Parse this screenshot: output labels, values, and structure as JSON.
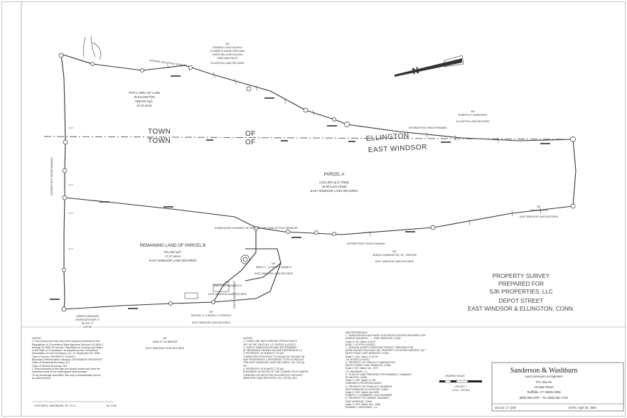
{
  "town_labels": {
    "town_left_upper": "TOWN",
    "town_left_lower": "TOWN",
    "of_upper": "OF",
    "of_lower": "OF",
    "ellington": "ELLINGTON",
    "east_windsor": "EAST WINDSOR"
  },
  "parcel_a": {
    "name": "PARCEL A",
    "area_sf": "2,021,802 sq.ft. (Total)",
    "area_acres": "46.96 acres (Total)",
    "records": "EAST WINDSOR LAND RECORDS"
  },
  "ellington_area": {
    "line1": "TOTAL AREA OF LAND",
    "line2": "IN ELLINGTON",
    "line3": "658,875 sq.ft.",
    "line4": "15.13 acres"
  },
  "remaining_land": {
    "title": "REMAINING LAND OF PARCEL B",
    "area_sf": "761,160 sq.ft.",
    "area_acres": "17.47 acres",
    "records": "EAST WINDSOR LAND RECORDS"
  },
  "abutters": {
    "north_top": {
      "nf": "N/F",
      "names": [
        "EDWARD LOUIS DeCARLI",
        "ELIZABETH MARIE SPIELMAN",
        "CHRISTIAN JOHN DeCARLI",
        "HEIDI ANN RALPH"
      ],
      "ref": "ELLINGTON LAND RECORDS"
    },
    "herbinger": {
      "nf": "N/F",
      "name": "ROBERTA F. HERBINGER",
      "ref": "ELLINGTON LAND RECORDS"
    },
    "wilson": {
      "nf": "N/F",
      "name": "KIM M. WILSON",
      "ref": "EAST WINDSOR LAND RECORDS"
    },
    "harrington": {
      "nf": "N/F",
      "name": "GERALD HARRINGTON, JR., TRUSTEE",
      "ref": "EAST WINDSOR LAND RECORDS"
    },
    "gayle": {
      "nf": "N/F",
      "name": "MARCY L. & GAYLE P. ADAMOV",
      "ref": "EAST WINDSOR LAND RECORDS"
    },
    "mandiatico": {
      "nf": "N/F",
      "name": "SEBASTIAN MANDIATICO",
      "ref": "EAST WINDSOR LAND RECORDS"
    },
    "ferrato": {
      "nf": "N/F",
      "name": "MICHAEL E. & WENDY V. FERRATO",
      "ref": "EAST WINDSOR LAND RECORDS"
    },
    "schneider": {
      "nf": "N/F",
      "name": "ANNE M. SCHNEIDER",
      "ref": "EAST WINDSOR LAND RECORDS"
    },
    "owner_unknown": {
      "name": "OWNER UNKNOWN",
      "lines": [
        "ASSESSORS MAP 27",
        "BLOCK 17",
        "LOT 22"
      ]
    }
  },
  "annotations": {
    "fence_top": "INTERMITTENT FENCE REMAINS",
    "fence_right": "INTERMITTENT FENCE REMAINS",
    "fence_bottom": "INTERMITTENT FENCE REMAINS",
    "fence_left": "INTERMITTENT FENCE REMAINS",
    "easement": "SUBSEQUENT EASEMENT IN FAVOR OF THE TOWN OF EAST WINDSOR",
    "road": "SOUTH WATER STREET"
  },
  "north_arrow": {
    "label": "N"
  },
  "title_block": {
    "line1": "PROPERTY SURVEY",
    "line2": "PREPARED FOR",
    "line3": "SJK PROPERTIES, LLC",
    "line4": "DEPOT STREET",
    "line5": "EAST WINDSOR & ELLINGTON, CONN."
  },
  "firm": {
    "name": "Sanderson & Washburn",
    "subtitle": "Land Surveyors & Engineers",
    "pobox": "P.O. Box 55",
    "street": "15 Main Street",
    "city": "Tariffville, CT  06081-0055",
    "phone": "(860) 658-2307 ~ fax (860) 651-7157"
  },
  "scale_block": {
    "scale": "SCALE: 1\"=100'",
    "date": "DATE:  April 20, 2005"
  },
  "graphic_scale": {
    "title": "GRAPHIC SCALE",
    "unit": "( IN FEET )",
    "ratio": "1 inch = 100 feet"
  },
  "notes_left": {
    "heading": "NOTES:",
    "items": [
      "1. This survey and map have been prepared pursuant to the",
      "Regulations of Connecticut State Agencies Sections 20-300b-1",
      "through 20-300b-20 and the \"Standards for Surveys and Maps",
      "in the State of Connecticut\" as adopted by the Connecticut",
      "Association of Land Surveyors, Inc. on September 26, 1996.",
      "Type of Survey: PROPERTY SURVEY",
      "Boundary Determination Category: DEPENDENT RESURVEY",
      "Class of Horizontal Accuracy: A-2",
      "Class of Vertical Accuracy: N/A",
      "2. Reproductions of this plan are invalid unless they bear the",
      "embossed seal of the undersigned land surveyor.",
      "To my knowledge and belief, this map is substantially correct",
      "as noted hereon."
    ]
  },
  "signature": {
    "name": "CLIFFORD A. WASHBURN, JR., P.L.S.",
    "license": "No. 9735"
  },
  "notes_middle": {
    "heading": "NOTES:",
    "items": [
      "1. TOWN LINE WAS DERIVED FROM POINTS",
      "SET IN THE FIELD BY J.R. RUSSO & ASSOC.",
      "2. NORTH ORIENTATION WAS DETERMINED",
      "BY BEARINGS SHOWN ON MAP REFERENCE # 1",
      "3. PROPERTY IS SUBJECT TO AN",
      "\"UNRESTRICTED RIGHT TO DRAIN AS SHOWN ON",
      "MAP REFERENCE 1 REFERRED TO BY A DEED IN",
      "THE EAST WINDSOR LAND RECORDS, Vol. 175 Pg.",
      "99.\"",
      "4. PROPERTY IS SUBJECT TO AN",
      "EASEMENT IN FAVOR OF THE CONNECTICUT WATER",
      "COMPANY AS DEPICTED IN A DEED IN THE EAST",
      "WINDSOR LAND RECORDS, Vol. 278 Pg. 824."
    ]
  },
  "map_references": {
    "heading": "MAP REFERENCES:",
    "items": [
      "1. \"SUBDIVISION PLAN PHASE 3 EASTWOOD ESTATES PREPARED FOR",
      "KEMENT BUILDERS . . . .\" EAST WINDSOR, CONN.",
      "Scale:1\"=40', Dated: 8-24-87",
      "BONZ T. HYYPPA & ASSOC.",
      "2. \"DIVISION SURVEY PERSONAL PROJECT PREPARED FOR",
      "HERB HOLDEN TRUCKING, INC. PROPERTY OF MYERS NURSERY, INC.\"",
      "DEPOT ROAD, EAST WINDSOR, CONN.",
      "Scale:1\"=100', Dated: 11-05-03",
      "J.R. RUSSO & ASSOC.",
      "3. \"PROPERTY OF GERALD P. HARRINGTON\"",
      "DEPOT STREET, EAST WINDSOR, CONN.",
      "Scale:1\"=30', Dated: Oct., 1977",
      "G.F. ANDREWS, L.S.",
      "4. \"PLAN OF LAND PREPARED FOR BARBARA T. HAMBACH\"",
      "ELLINGTON, CONN.",
      "Scale:1\"=100', Dated: 3-1-95",
      "GARDNER & PETERSON ASSOC.",
      "5. \"PROPERTY OF FRANCIS H. DEARDEN\"",
      "EAST WINDSOR & ELLINGTON, CONN.",
      "Scale:1\"=100', Dated: July 1959",
      "ROBERT H. CHAMBERS, CIVIL ENGINEER",
      "6. \"PROPERTY OF HARRIET DEARDEN\"",
      "EAST WINDSOR, CONN.",
      "Scale:1\"=100', Dated: Dec., 1968",
      "EDWARD J. WERZINSKI, L.S."
    ]
  }
}
